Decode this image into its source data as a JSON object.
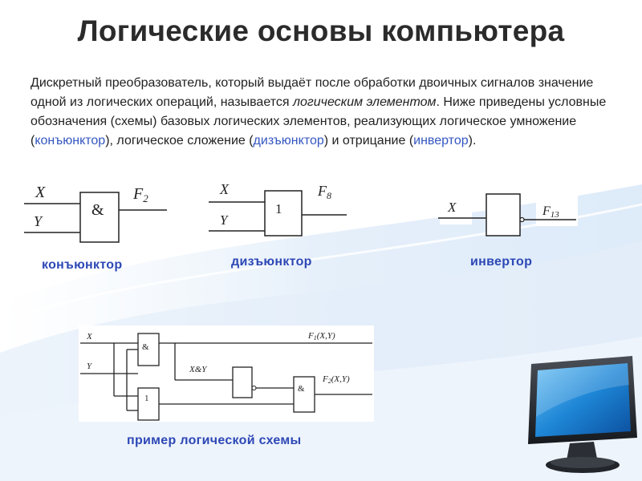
{
  "title": "Логические основы компьютера",
  "intro": {
    "part1": "Дискретный преобразователь, который выдаёт после обработки двоичных сигналов значение одной из логических операций, называется ",
    "term": "логическим элементом",
    "part2": ". Ниже приведены условные обозначения (схемы) базовых логических элементов, реализующих логическое умножение (",
    "and_name": "конъюнктор",
    "part3": "), логическое сложение (",
    "or_name": "дизъюнктор",
    "part4": ") и отрицание (",
    "not_name": "инвертор",
    "part5": ")."
  },
  "and_gate": {
    "input_x": "X",
    "input_y": "Y",
    "symbol": "&",
    "output": "F",
    "output_index": "2",
    "caption": "конъюнктор"
  },
  "or_gate": {
    "input_x": "X",
    "input_y": "Y",
    "symbol": "1",
    "output": "F",
    "output_index": "8",
    "caption": "дизъюнктор"
  },
  "not_gate": {
    "input_x": "X",
    "output": "F",
    "output_index": "13",
    "caption": "инвертор"
  },
  "example": {
    "input_x": "X",
    "input_y": "Y",
    "and_symbol": "&",
    "or_symbol": "1",
    "mid_label": "X&Y",
    "out1": "F",
    "out1_index": "1",
    "out1_args": "(X,Y)",
    "out2": "F",
    "out2_index": "2",
    "out2_args": "(X,Y)",
    "caption": "пример логической схемы"
  },
  "colors": {
    "accent": "#2d48b5",
    "title": "#2b2b2b",
    "monitor_screen": "#1e86d6"
  },
  "decoration": "monitor-icon"
}
